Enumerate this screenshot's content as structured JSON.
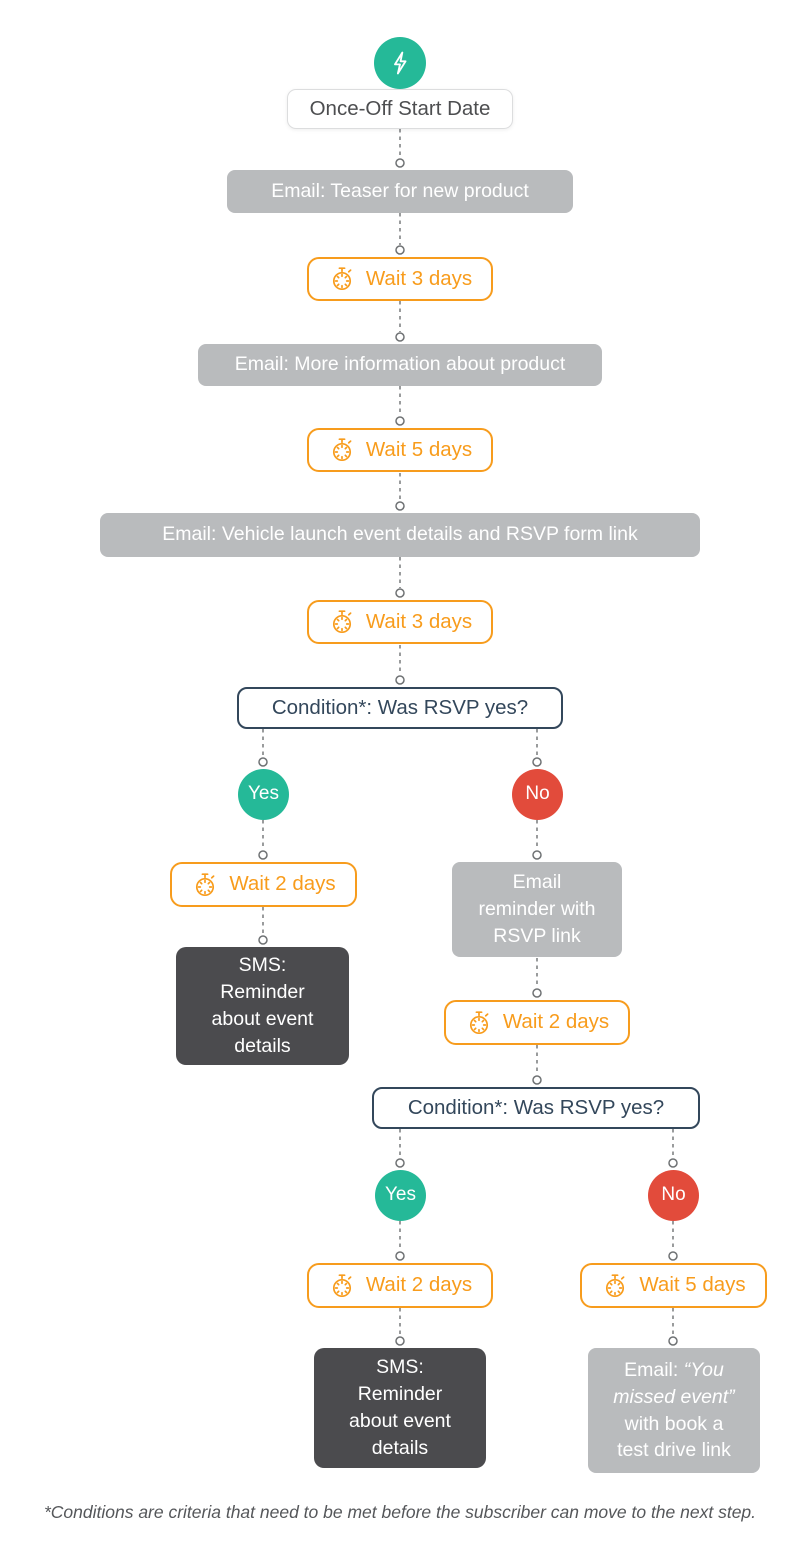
{
  "colors": {
    "teal": "#25B998",
    "red": "#E24B3B",
    "orange": "#F79C1D",
    "gray_box": "#B9BBBD",
    "dark_box": "#4B4B4E",
    "navy": "#33475B",
    "connector_gray": "#6E7173"
  },
  "flow": {
    "start": {
      "icon": "lightning-icon",
      "label": "Once-Off Start Date"
    },
    "step_email_teaser": {
      "label": "Email: Teaser for new product"
    },
    "step_wait_3_days_a": {
      "icon": "stopwatch-icon",
      "label": "Wait 3 days"
    },
    "step_email_more_info": {
      "label": "Email: More information about product"
    },
    "step_wait_5_days_a": {
      "icon": "stopwatch-icon",
      "label": "Wait 5 days"
    },
    "step_email_launch": {
      "label": "Email: Vehicle launch event details and RSVP form link"
    },
    "step_wait_3_days_b": {
      "icon": "stopwatch-icon",
      "label": "Wait 3 days"
    },
    "condition_1": {
      "label": "Condition*: Was RSVP yes?"
    },
    "branch_yes_1": {
      "label": "Yes"
    },
    "branch_no_1": {
      "label": "No"
    },
    "step_wait_2_days_a": {
      "icon": "stopwatch-icon",
      "label": "Wait 2 days"
    },
    "step_sms_reminder_a": {
      "lines": [
        "SMS:",
        "Reminder",
        "about event",
        "details"
      ]
    },
    "step_email_reminder": {
      "lines": [
        "Email",
        "reminder with",
        "RSVP link"
      ]
    },
    "step_wait_2_days_b": {
      "icon": "stopwatch-icon",
      "label": "Wait 2 days"
    },
    "condition_2": {
      "label": "Condition*: Was RSVP yes?"
    },
    "branch_yes_2": {
      "label": "Yes"
    },
    "branch_no_2": {
      "label": "No"
    },
    "step_wait_2_days_c": {
      "icon": "stopwatch-icon",
      "label": "Wait 2 days"
    },
    "step_sms_reminder_b": {
      "lines": [
        "SMS:",
        "Reminder",
        "about event",
        "details"
      ]
    },
    "step_wait_5_days_b": {
      "icon": "stopwatch-icon",
      "label": "Wait 5 days"
    },
    "step_email_missed": {
      "prefix": "Email: ",
      "quoted_line_1": "“You",
      "quoted_line_2": "missed event”",
      "line_3": "with book a",
      "line_4": "test drive link"
    }
  },
  "footnote": "*Conditions are criteria that need to be met before the subscriber can move to the next step."
}
